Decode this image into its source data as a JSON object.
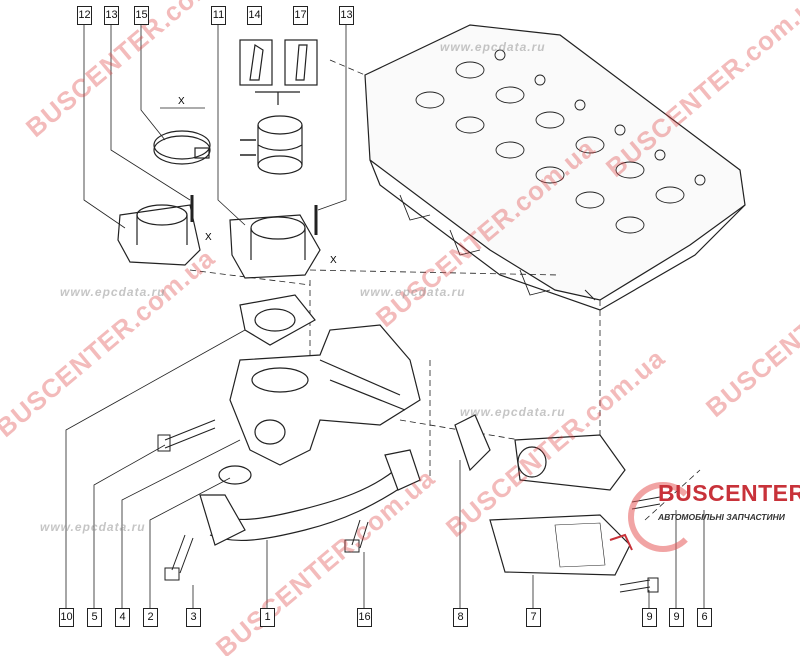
{
  "diagram": {
    "callouts_top": [
      "12",
      "13",
      "15",
      "11",
      "14",
      "17",
      "13"
    ],
    "callouts_bottom": [
      "10",
      "5",
      "4",
      "2",
      "3",
      "1",
      "16",
      "8",
      "7",
      "9",
      "9",
      "6"
    ],
    "dimension_label": "X"
  },
  "watermarks": {
    "brand": "BUSCENTER.com.ua",
    "site": "www.epcdata.ru"
  },
  "logo": {
    "name": "BUSCENTER",
    "tagline": "АВТОМОБІЛЬНІ ЗАПЧАСТИНИ"
  },
  "colors": {
    "brand": "#c8323a"
  }
}
